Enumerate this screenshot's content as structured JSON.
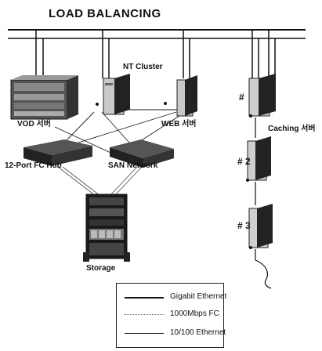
{
  "title": "LOAD BALANCING",
  "labels": {
    "nt_cluster": "NT Cluster",
    "vod_server": "VOD 서버",
    "web_server": "WEB 서버",
    "caching_server": "Caching 서버",
    "fc_hub": "12-Port FC Hub",
    "san_network": "SAN Network",
    "storage": "Storage",
    "cache_1": "#",
    "cache_2": "# 2",
    "cache_3": "# 3"
  },
  "legend": [
    {
      "label": "Gigabit Ethernet",
      "style": "thick"
    },
    {
      "label": "1000Mbps FC",
      "style": "dotted"
    },
    {
      "label": "10/100 Ethernet",
      "style": "thin"
    }
  ]
}
